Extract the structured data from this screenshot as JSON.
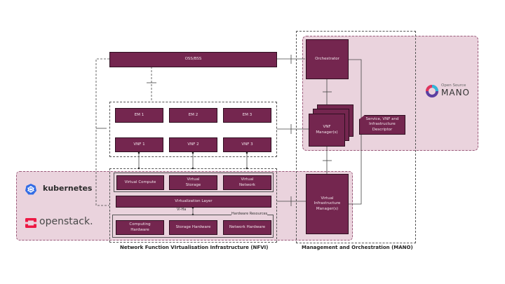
{
  "colors": {
    "box_fill": "#74264f",
    "zone_fill": "#ead3dd",
    "zone_border": "#9a5a7a"
  },
  "oss_bss": "OSS/BSS",
  "ems": [
    "EM 1",
    "EM 2",
    "EM 3"
  ],
  "vnfs": [
    "VNF 1",
    "VNF 2",
    "VNF 3"
  ],
  "virtual_resources": [
    "Virtual Compute",
    "Virtual\nStorage",
    "Virtual\nNetwork"
  ],
  "virtualization_layer": "Virtualization Layer",
  "vi_ha_label": "Vi-Ha",
  "hardware_resources_label": "Hardware Resources",
  "hardware": [
    "Computing\nHardware",
    "Storage Hardware",
    "Network Hardware"
  ],
  "mano": {
    "orchestrator": "Orchestrator",
    "vnf_manager": "VNF\nManager(s)",
    "descriptor": "Service, VNF and\nInfrastructure\nDescriptor",
    "vim": "Virtual\nInfrastructure\nManager(s)"
  },
  "logos": {
    "osm_small": "Open Source",
    "osm_big": "MANO",
    "kubernetes": "kubernetes",
    "openstack": "openstack."
  },
  "captions": {
    "nfvi": "Network Function VIrtualisation Infrastructure (NFVI)",
    "mano": "Management and Orchestration (MANO)"
  }
}
